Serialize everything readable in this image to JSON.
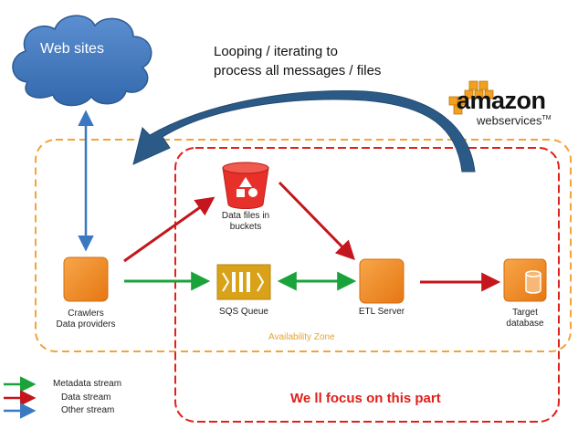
{
  "cloud": {
    "label": "Web sites"
  },
  "loop_note": {
    "line1": "Looping / iterating to",
    "line2": "process all messages / files"
  },
  "brand": {
    "word": "amazon",
    "sub": "webservices",
    "tm": "TM"
  },
  "nodes": {
    "crawlers": {
      "line1": "Crawlers",
      "line2": "Data providers"
    },
    "buckets": {
      "line1": "Data files in",
      "line2": "buckets"
    },
    "sqs": {
      "label": "SQS Queue"
    },
    "etl": {
      "label": "ETL Server"
    },
    "target": {
      "line1": "Target",
      "line2": "database"
    }
  },
  "zone_label": "Availability  Zone",
  "focus_label": "We ll focus on this part",
  "legend": [
    {
      "label": "Metadata stream",
      "color": "#1aa33a"
    },
    {
      "label": "Data stream",
      "color": "#c4161c"
    },
    {
      "label": "Other stream",
      "color": "#3a78c2"
    }
  ],
  "colors": {
    "orange_node": "#f08a1e",
    "red_bucket": "#e8302a",
    "sqs_gold": "#d9a219",
    "cloud_blue": "#3a78c2",
    "loop_arrow": "#2c5a86",
    "zone_dash": "#f2a33a",
    "focus_dash": "#e0201a"
  }
}
